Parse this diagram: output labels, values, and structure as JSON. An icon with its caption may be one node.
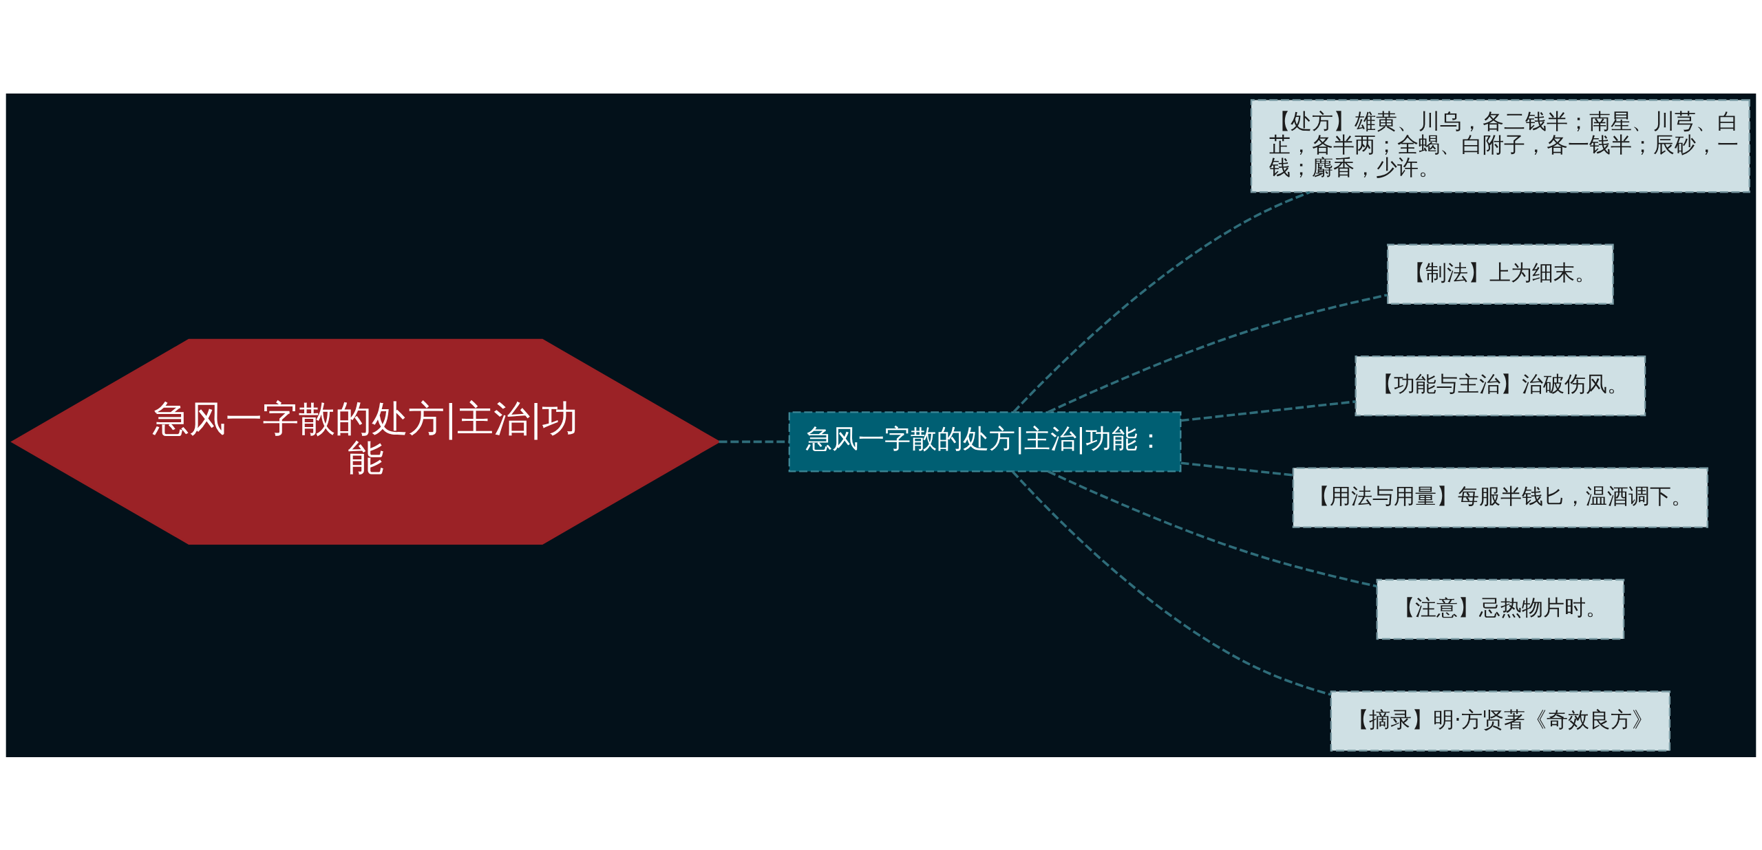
{
  "diagram": {
    "nodes": [
      {
        "text": [
          "急风一字散的处方|主治|功能"
        ]
      },
      {
        "text": [
          "急风一字散的处方|主治|功能："
        ]
      },
      {
        "text": [
          "【处方】雄黄、川乌，各二钱半；南星、川芎、白芷，各半两；全蝎、白附子，各一钱半；辰砂，一钱；麝香，少许。"
        ]
      },
      {
        "text": [
          "【制法】上为细末。"
        ]
      },
      {
        "text": [
          "【功能与主治】治破伤风。"
        ]
      },
      {
        "text": [
          "【用法与用量】每服半钱匕，温酒调下。"
        ]
      },
      {
        "text": [
          "【注意】忌热物片时。"
        ]
      },
      {
        "text": [
          "【摘录】明·方贤著《奇效良方》"
        ]
      }
    ],
    "edges": [
      {
        "from": 0,
        "to": 1,
        "arrow": "none",
        "style": "dashed"
      },
      {
        "from": 1,
        "to": 2,
        "arrow": "none",
        "style": "dashed"
      },
      {
        "from": 1,
        "to": 3,
        "arrow": "none",
        "style": "dashed"
      },
      {
        "from": 1,
        "to": 4,
        "arrow": "none",
        "style": "dashed"
      },
      {
        "from": 1,
        "to": 5,
        "arrow": "none",
        "style": "dashed"
      },
      {
        "from": 1,
        "to": 6,
        "arrow": "none",
        "style": "dashed"
      },
      {
        "from": 1,
        "to": 7,
        "arrow": "none",
        "style": "dashed"
      }
    ]
  }
}
